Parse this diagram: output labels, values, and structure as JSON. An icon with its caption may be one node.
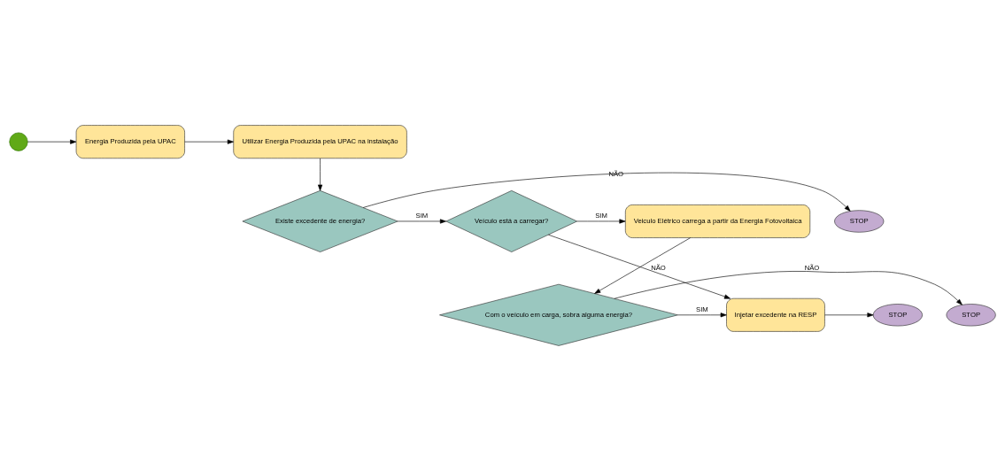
{
  "diagram": {
    "nodes": [
      {
        "text": [],
        "shape": "circle"
      },
      {
        "text": [
          "Energia Produzida pela UPAC"
        ]
      },
      {
        "text": [
          "Utilizar Energia Produzida pela UPAC na instalação"
        ]
      },
      {
        "text": [
          "Existe excedente de energia?"
        ]
      },
      {
        "text": [
          "STOP"
        ]
      },
      {
        "text": [
          "Veículo está a carregar?"
        ]
      },
      {
        "text": [
          "Veiculo Elétrico carrega a partir da Energia Fotovoltaica"
        ]
      },
      {
        "text": [
          "Com o veículo em carga, sobra alguma energia?"
        ]
      },
      {
        "text": [
          "STOP"
        ]
      },
      {
        "text": [
          "Injetar excedente na RESP"
        ]
      },
      {
        "text": [
          "STOP"
        ]
      }
    ],
    "edges": [
      {
        "from": 0,
        "to": 1,
        "arrow": "to"
      },
      {
        "from": 1,
        "to": 2,
        "arrow": "to"
      },
      {
        "from": 2,
        "to": 3,
        "arrow": "to"
      },
      {
        "from": 3,
        "to": 4,
        "arrow": "to",
        "label": "NÃO"
      },
      {
        "from": 3,
        "to": 5,
        "arrow": "to",
        "label": "SIM"
      },
      {
        "from": 5,
        "to": 6,
        "arrow": "to",
        "label": "SIM"
      },
      {
        "from": 5,
        "to": 9,
        "arrow": "to",
        "label": "NÃO"
      },
      {
        "from": 6,
        "to": 7,
        "arrow": "to"
      },
      {
        "from": 7,
        "to": 8,
        "arrow": "to",
        "label": "NÃO"
      },
      {
        "from": 7,
        "to": 9,
        "arrow": "to",
        "label": "SIM"
      },
      {
        "from": 9,
        "to": 10,
        "arrow": "to"
      }
    ]
  }
}
